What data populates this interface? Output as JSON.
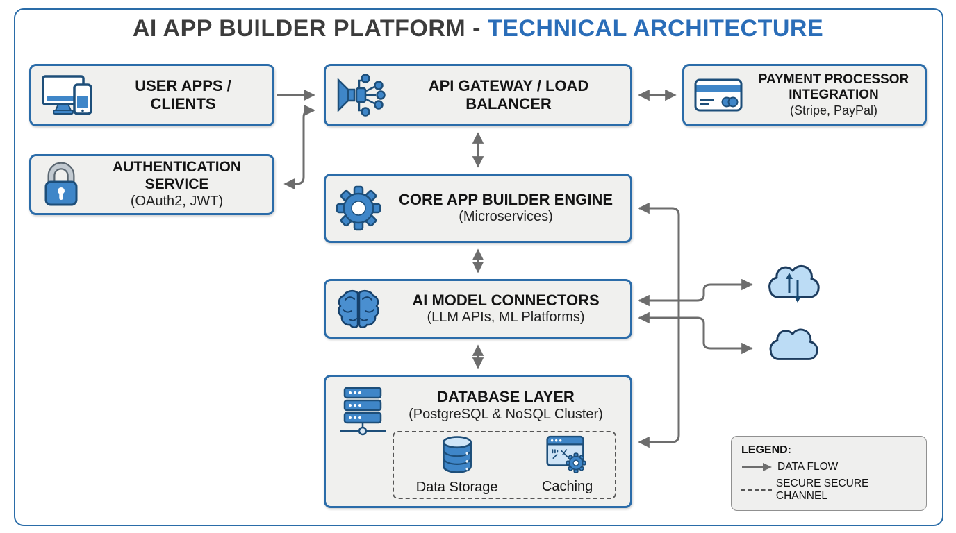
{
  "title": {
    "main": "AI APP BUILDER PLATFORM - ",
    "accent": "TECHNICAL ARCHITECTURE"
  },
  "boxes": {
    "user_apps": {
      "title": "USER APPS / CLIENTS",
      "icon": "devices-icon"
    },
    "api_gateway": {
      "title": "API GATEWAY / LOAD BALANCER",
      "icon": "broadcast-hub-icon"
    },
    "payment": {
      "title": "PAYMENT PROCESSOR INTEGRATION",
      "subtitle": "(Stripe, PayPal)",
      "icon": "credit-card-icon"
    },
    "auth": {
      "title": "AUTHENTICATION SERVICE",
      "subtitle": "(OAuth2, JWT)",
      "icon": "lock-icon"
    },
    "core": {
      "title": "CORE APP BUILDER ENGINE",
      "subtitle": "(Microservices)",
      "icon": "gear-icon"
    },
    "ai": {
      "title": "AI MODEL CONNECTORS",
      "subtitle": "(LLM APIs, ML Platforms)",
      "icon": "brain-icon"
    },
    "db": {
      "title": "DATABASE LAYER",
      "subtitle": "(PostgreSQL & NoSQL Cluster)",
      "icon": "server-stack-icon",
      "items": [
        {
          "label": "Data Storage",
          "icon": "database-cylinder-icon"
        },
        {
          "label": "Caching",
          "icon": "browser-gear-icon"
        }
      ]
    }
  },
  "clouds": [
    {
      "name": "cloud-sync",
      "icon": "cloud-with-sync-arrows-icon"
    },
    {
      "name": "cloud-plain",
      "icon": "cloud-icon"
    }
  ],
  "legend": {
    "title": "LEGEND:",
    "items": [
      {
        "label": "DATA FLOW",
        "marker": "solid-arrow"
      },
      {
        "label": "SECURE SECURE CHANNEL",
        "marker": "dashed-line"
      }
    ]
  },
  "colors": {
    "node_border": "#2b6ca9",
    "node_bg": "#f0f0ee",
    "title_accent": "#2a6db8",
    "title_dark": "#3c3c3c",
    "icon_blue": "#3f86c8",
    "icon_navy": "#1d4e79",
    "arrow_gray": "#6d6d6d",
    "cloud_fill": "#bcdcf5",
    "cloud_stroke": "#1d3c5e"
  }
}
